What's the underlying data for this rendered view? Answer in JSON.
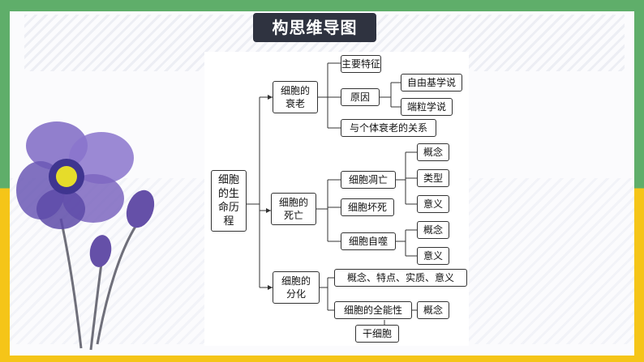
{
  "title": "构思维导图",
  "mindmap": {
    "root": "细胞的生命历程",
    "aging": {
      "label": "细胞的衰老",
      "feature": "主要特征",
      "cause": "原因",
      "cause_free_radical": "自由基学说",
      "cause_telomere": "端粒学说",
      "relation": "与个体衰老的关系"
    },
    "death": {
      "label": "细胞的死亡",
      "apoptosis": "细胞凋亡",
      "apoptosis_concept": "概念",
      "apoptosis_type": "类型",
      "apoptosis_meaning": "意义",
      "necrosis": "细胞坏死",
      "autophagy": "细胞自噬",
      "autophagy_concept": "概念",
      "autophagy_meaning": "意义"
    },
    "differentiation": {
      "label": "细胞的分化",
      "summary": "概念、特点、实质、意义",
      "totipotency": "细胞的全能性",
      "totipotency_concept": "概念",
      "stem_cell": "干细胞"
    }
  },
  "colors": {
    "frame_green": "#5fae6a",
    "frame_yellow": "#f5c518",
    "title_bg": "#2f3340"
  },
  "icons": [
    "flower-illustration"
  ]
}
